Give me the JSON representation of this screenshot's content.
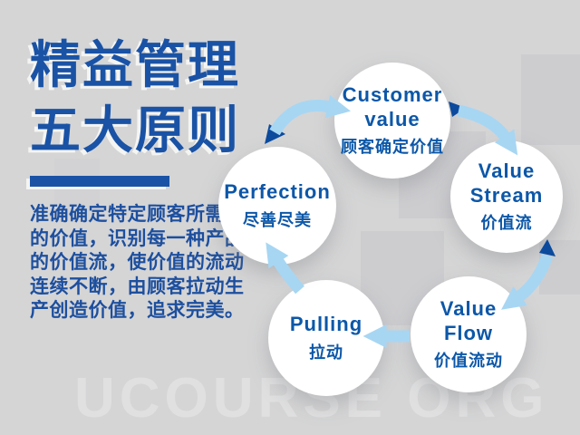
{
  "meta": {
    "background_color": "#d5d5d6",
    "accent_blue": "#1a53a5",
    "node_text_color": "#0c57a8",
    "arrow_light_color": "#a7d6f3",
    "arrow_dark_color": "#0b4a9d"
  },
  "title": {
    "line1": "精益管理",
    "line2": "五大原则"
  },
  "description": {
    "lines": [
      "准确确定特定顾客所需求",
      "的价值，识别每一种产品",
      "的价值流，使价值的流动",
      "连续不断，由顾客拉动生",
      "产创造价值，追求完美。"
    ]
  },
  "watermark": {
    "bottom": "UCOURSE ORG"
  },
  "cycle": {
    "nodes": {
      "customer": {
        "en1": "Customer",
        "en2": "value",
        "zh": "顾客确定价值"
      },
      "stream": {
        "en1": "Value",
        "en2": "Stream",
        "zh": "价值流"
      },
      "flow": {
        "en1": "Value",
        "en2": "Flow",
        "zh": "价值流动"
      },
      "pulling": {
        "en1": "Pulling",
        "zh": "拉动"
      },
      "perfection": {
        "en1": "Perfection",
        "zh": "尽善尽美"
      }
    }
  }
}
